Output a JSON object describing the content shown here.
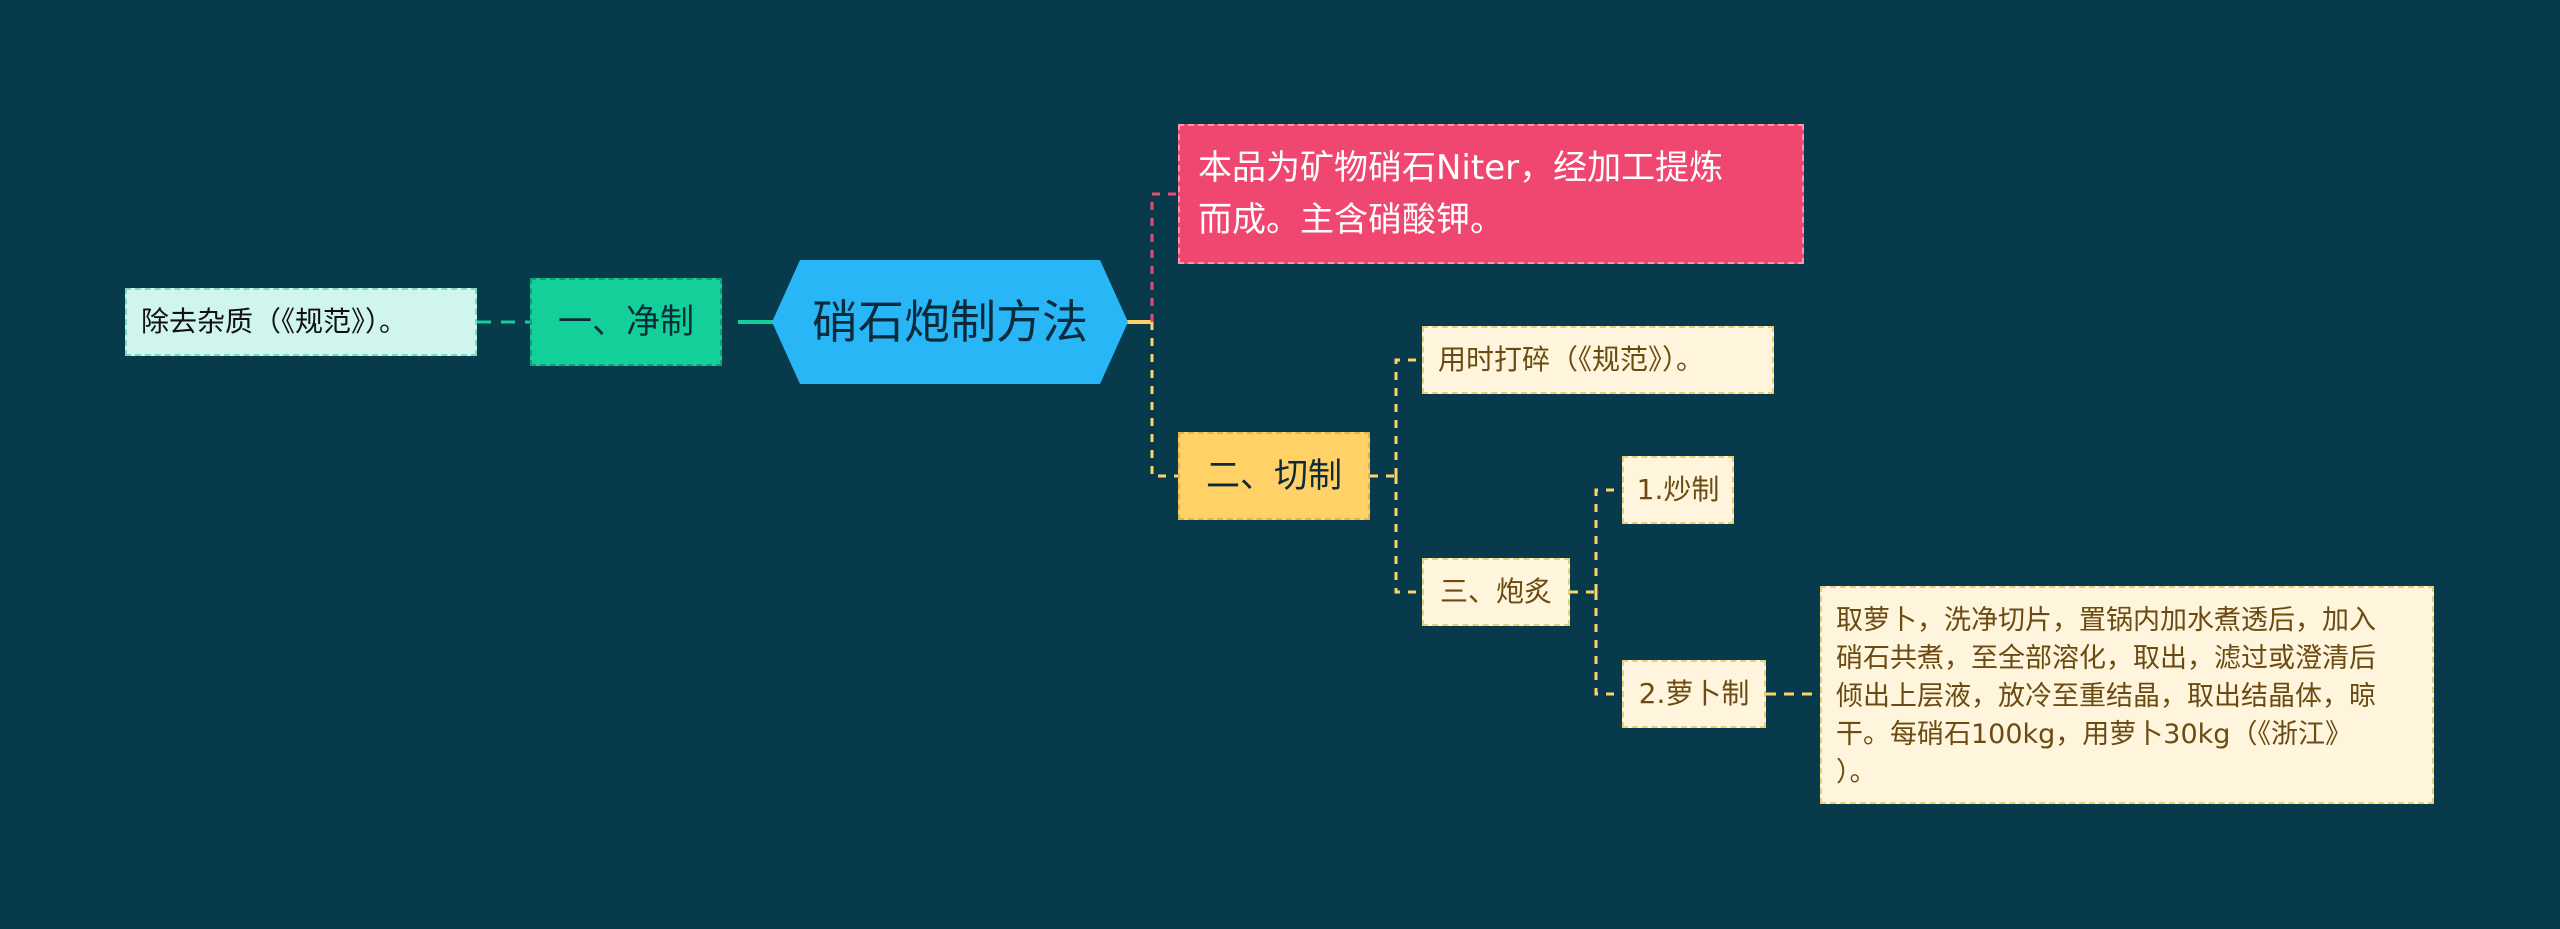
{
  "center": {
    "label": "硝石炮制方法"
  },
  "branches": {
    "jingzhi": {
      "label": "一、净制",
      "child": "除去杂质（《规范》）。"
    },
    "benpin": {
      "label": "本品为矿物硝石Niter，经加工提炼\n而成。主含硝酸钾。"
    },
    "qiezhi": {
      "label": "二、切制",
      "child_yongshi": "用时打碎（《规范》）。",
      "paozhi": {
        "label": "三、炮炙",
        "chao": "1.炒制",
        "luobo": "2.萝卜制",
        "luobo_desc": "取萝卜，洗净切片，置锅内加水煮透后，加入\n硝石共煮，至全部溶化，取出，滤过或澄清后\n倾出上层液，放冷至重结晶，取出结晶体，晾\n干。每硝石100kg，用萝卜30kg（《浙江》\n）。"
      }
    }
  },
  "colors": {
    "background": "#073a4b",
    "center": "#29b6f6",
    "jingzhi": "#13d09a",
    "benpin": "#f04770",
    "qiezhi": "#ffd166",
    "pale": "#fff5dc"
  }
}
